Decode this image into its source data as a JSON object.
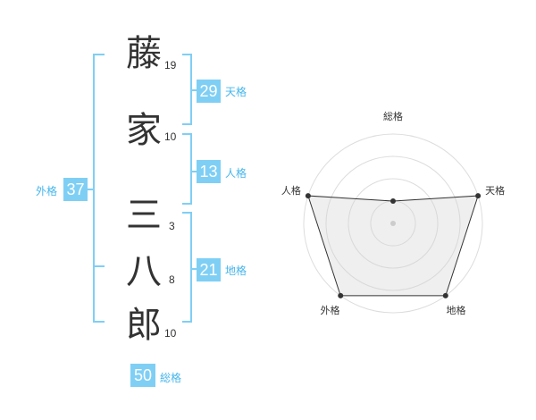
{
  "name": {
    "chars": [
      {
        "char": "藤",
        "strokes": "19"
      },
      {
        "char": "家",
        "strokes": "10"
      },
      {
        "char": "三",
        "strokes": "3"
      },
      {
        "char": "八",
        "strokes": "8"
      },
      {
        "char": "郎",
        "strokes": "10"
      }
    ]
  },
  "kakusu": {
    "tenkaku": {
      "value": "29",
      "label": "天格"
    },
    "jinkaku": {
      "value": "13",
      "label": "人格"
    },
    "chikaku": {
      "value": "21",
      "label": "地格"
    },
    "gaikaku": {
      "value": "37",
      "label": "外格"
    },
    "soukaku": {
      "value": "50",
      "label": "総格"
    }
  },
  "colors": {
    "accent": "#7fcff5",
    "bracket": "#7fcff5",
    "label": "#46b6ec"
  },
  "chart_data": {
    "type": "radar",
    "axes": [
      "総格",
      "天格",
      "地格",
      "外格",
      "人格"
    ],
    "values": [
      0.25,
      1.0,
      1.0,
      1.0,
      1.0
    ],
    "range": [
      0,
      1
    ],
    "rings": 4,
    "grid": true
  }
}
